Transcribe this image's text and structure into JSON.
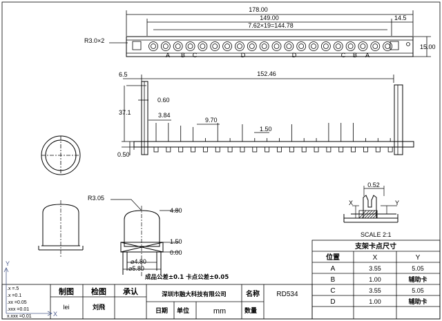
{
  "top_view": {
    "dims": {
      "overall": "178.00",
      "inner": "149.00",
      "pitch": "7.62×19=144.78",
      "right_offset": "14.5",
      "height": "15.00",
      "radius": "R3.0×2"
    },
    "pin_letters_left": [
      "A",
      "B",
      "C"
    ],
    "pin_letters_mid": [
      "D",
      "D"
    ],
    "pin_letters_right": [
      "C",
      "B",
      "A"
    ]
  },
  "side_view": {
    "dims": {
      "span": "152.46",
      "left_small": "6.5",
      "thickness": "0.60",
      "height": "37.1",
      "d1": "3.84",
      "d2": "9.70",
      "d3": "1.50",
      "d4": "0.50"
    }
  },
  "detail_view": {
    "dims": {
      "radius": "R3.05",
      "top": "4.80",
      "h1": "1.50",
      "h0": "0.00",
      "d1": "⌀4.80",
      "d2": "⌀5.80"
    }
  },
  "clip_detail": {
    "width": "0.52",
    "x_label": "X",
    "y_label": "Y",
    "scale": "SCALE 2:1"
  },
  "tolerance_note": "成品公差±0.1 卡点公差±0.05",
  "support_table": {
    "title": "支架卡点尺寸",
    "headers": [
      "位置",
      "X",
      "Y"
    ],
    "rows": [
      [
        "A",
        "3.55",
        "5.05"
      ],
      [
        "B",
        "1.00",
        "辅助卡"
      ],
      [
        "C",
        "3.55",
        "5.05"
      ],
      [
        "D",
        "1.00",
        "辅助卡"
      ]
    ]
  },
  "title_block": {
    "labels": [
      "制图",
      "检图",
      "承认"
    ],
    "drawer": "lei",
    "checker": "刘飛",
    "company": "深圳市融大科技有限公司",
    "name_label": "名称",
    "name_value": "RD534",
    "date_label": "日期",
    "unit_label": "单位",
    "unit_value": "mm",
    "qty_label": "数量",
    "tolerances": [
      ".x =.5",
      ".x =0.1",
      ".xx =0.05",
      ".xxx =0.01",
      "x.xxx =0.01"
    ]
  },
  "axis": {
    "y": "Y",
    "x": "X"
  }
}
